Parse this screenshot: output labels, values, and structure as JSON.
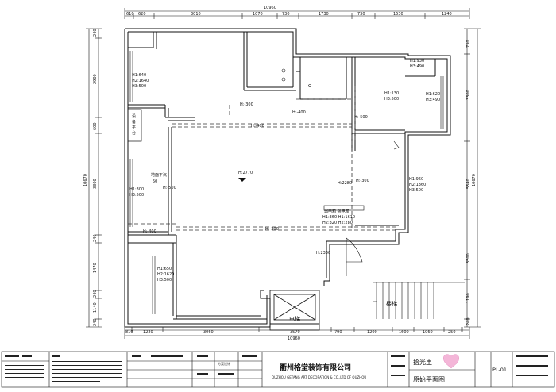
{
  "dimensions": {
    "top_total": "10960",
    "top_segments": [
      "610",
      "620",
      "3010",
      "1070",
      "730",
      "1730",
      "730",
      "1530",
      "1240"
    ],
    "bottom_total": "10960",
    "bottom_segments": [
      "810",
      "1220",
      "3060",
      "3570",
      "790",
      "1200",
      "1600",
      "1060",
      "250"
    ],
    "left_total": "10670",
    "left_segments": [
      "240",
      "2900",
      "600",
      "3300",
      "240",
      "1470",
      "240",
      "1140",
      "240"
    ],
    "right_total": "10670",
    "right_segments": [
      "730",
      "3300",
      "5540",
      "3500",
      "1190",
      "240"
    ]
  },
  "rooms": {
    "window_left_heights": [
      "H1:640",
      "H2:1640",
      "H3:500"
    ],
    "top_right_small_heights": [
      "H1:930",
      "H3:490"
    ],
    "right_upper_heights": [
      "H1:620",
      "H3:490"
    ],
    "upper_mid_heights": [
      "H1:130",
      "H3:500"
    ],
    "right_lower_heights": [
      "H1:960",
      "H2:1360",
      "H3:500"
    ],
    "left_room_heights": [
      "H1:300",
      "H3:500"
    ],
    "left_lower_heights": [
      "H1:650",
      "H2:1620",
      "H3:500"
    ],
    "equipment_platform": "设备平台",
    "floor_sink": "地面下沉",
    "floor_sink_value": "50",
    "main_height": "H:2770",
    "door_height": "H:2280",
    "door2_height": "H:2300",
    "beam_labels": [
      "H:-300",
      "H:-400",
      "H:-400",
      "H:-500",
      "H:-300",
      "H:-500",
      "H:-400",
      "H:-300"
    ],
    "electric_box_title": "弱电箱 强电箱",
    "electric_box_h1": "H1:360 H1:1610",
    "electric_box_h2": "H2:320 H2:280",
    "elevator": "电梯",
    "stairs": "楼梯"
  },
  "title_block": {
    "company": "衢州格堂装饰有限公司",
    "company_en": "QUZHOU GETANG ART DECORATION & CO.,LTD OF QUZHOU",
    "project": "拾光里",
    "drawing_name": "原始平面图",
    "sheet_number": "PL-01",
    "design_label": "方案设计"
  },
  "colors": {
    "line": "#111111",
    "beam": "#333333",
    "logo": "#f4b6d8"
  }
}
